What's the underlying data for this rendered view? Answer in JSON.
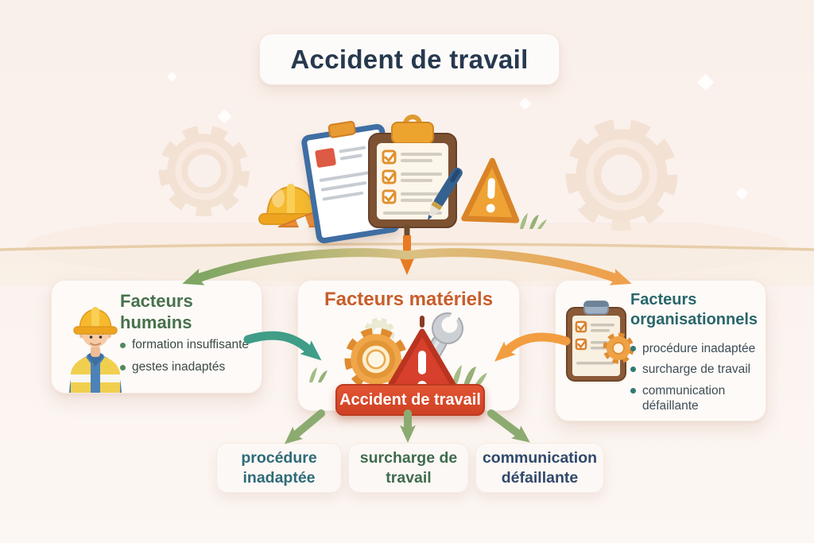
{
  "title": {
    "text": "Accident de travail"
  },
  "factors": {
    "human": {
      "title": "Facteurs humains",
      "bullets": [
        "formation insuffisante",
        "gestes inadaptés"
      ]
    },
    "material": {
      "title": "Facteurs matériels",
      "badge": "Accident de travail"
    },
    "organisational": {
      "title": "Facteurs organisationnels",
      "bullets": [
        "procédure inadaptée",
        "surcharge de travail",
        "communication défaillante"
      ]
    }
  },
  "outcomes": [
    "procédure inadaptée",
    "surcharge de travail",
    "communication défaillante"
  ],
  "icons": {
    "hero": [
      "hard-hat-icon",
      "traffic-cone-icon",
      "document-clipboard-icon",
      "checklist-clipboard-icon",
      "pen-icon",
      "warning-triangle-icon",
      "grass-icon"
    ],
    "human_card": [
      "worker-avatar"
    ],
    "material_card": [
      "gear-icon",
      "warning-triangle-icon",
      "wrench-icon",
      "grass-icon"
    ],
    "organisational_card": [
      "checklist-clipboard-icon",
      "gear-icon"
    ],
    "background": [
      "gear-icon",
      "sparkle-icon"
    ]
  },
  "colors": {
    "background": "#faf1ec",
    "title_text": "#26394f",
    "human_heading": "#47714d",
    "material_heading": "#c75e2b",
    "organisational_heading": "#29666c",
    "badge_bg": "#d84b2c",
    "badge_text": "#ffffff",
    "outcome_1_text": "#2e6b78",
    "outcome_2_text": "#3f6b4d",
    "outcome_3_text": "#30496b",
    "arrow_green": "#7fa663",
    "arrow_teal": "#3f9d88",
    "arrow_orange": "#f29d3f",
    "arrow_down_orange": "#e87b22",
    "arrow_out_green": "#8cab70"
  }
}
